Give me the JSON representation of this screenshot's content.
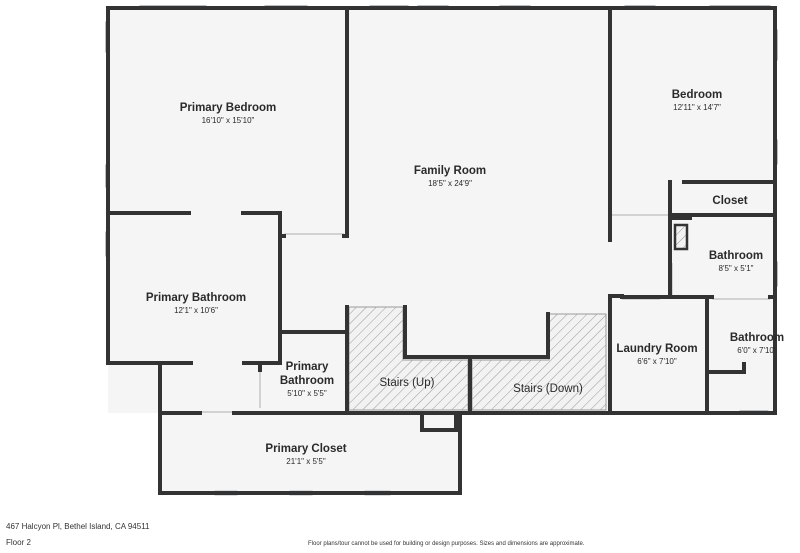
{
  "rooms": {
    "primary_bedroom": {
      "name": "Primary Bedroom",
      "dim": "16'10\" x 15'10\""
    },
    "family_room": {
      "name": "Family Room",
      "dim": "18'5\" x 24'9\""
    },
    "bedroom": {
      "name": "Bedroom",
      "dim": "12'11\" x 14'7\""
    },
    "closet": {
      "name": "Closet"
    },
    "bathroom_upper": {
      "name": "Bathroom",
      "dim": "8'5\" x 5'1\""
    },
    "primary_bathroom": {
      "name": "Primary Bathroom",
      "dim": "12'1\" x 10'6\""
    },
    "primary_bathroom_small": {
      "name_line1": "Primary",
      "name_line2": "Bathroom",
      "dim": "5'10\" x 5'5\""
    },
    "stairs_up": {
      "name": "Stairs (Up)"
    },
    "stairs_down": {
      "name": "Stairs (Down)"
    },
    "laundry_room": {
      "name": "Laundry Room",
      "dim": "6'6\" x 7'10\""
    },
    "bathroom_lower": {
      "name": "Bathroom",
      "dim": "6'0\" x 7'10\""
    },
    "primary_closet": {
      "name": "Primary Closet",
      "dim": "21'1\" x 5'5\""
    }
  },
  "footer": {
    "address": "467 Halcyon Pl, Bethel Island, CA 94511",
    "floor": "Floor 2",
    "disclaimer": "Floor plans/tour cannot be used for building or design purposes. Sizes and dimensions are approximate."
  },
  "colors": {
    "wall": "#333333",
    "floor": "#f5f5f5",
    "stairs_hatch": "#9a9a9a",
    "window": "#cfd6da"
  }
}
